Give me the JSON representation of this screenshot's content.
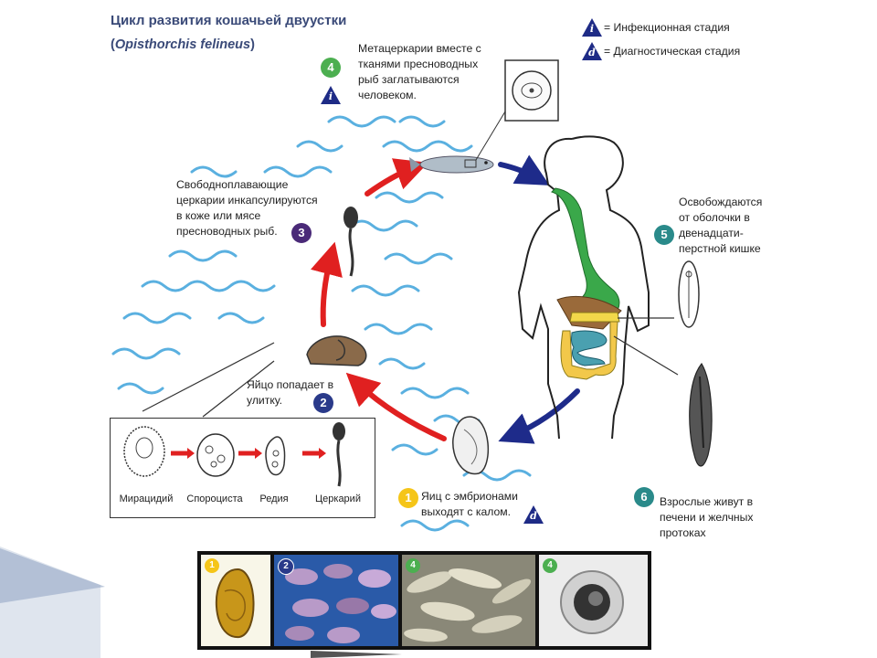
{
  "title": "Цикл развития кошачьей двуустки",
  "subtitle": {
    "open": "(",
    "latin": "Opisthorchis felineus",
    "close": ")"
  },
  "legend": {
    "infective": {
      "letter": "i",
      "text": "= Инфекционная стадия"
    },
    "diagnostic": {
      "letter": "d",
      "text": "= Диагностическая стадия"
    }
  },
  "steps": {
    "s1": {
      "num": "1",
      "line1": "Яиц с эмбрионами",
      "line2": "выходят с калом."
    },
    "s2": {
      "num": "2",
      "line1": "Яйцо попадает в",
      "line2": "улитку."
    },
    "s3": {
      "num": "3",
      "line1": "Свободноплавающие",
      "line2": "церкарии инкапсулируются",
      "line3": "в коже или мясе",
      "line4": "пресноводных рыб."
    },
    "s4": {
      "num": "4",
      "line1": "Метацеркарии вместе с",
      "line2": "тканями пресноводных",
      "line3": "рыб заглатываются",
      "line4": "человеком."
    },
    "s5": {
      "num": "5",
      "line1": "Освобождаются",
      "line2": "от оболочки в",
      "line3": "двенадцати-",
      "line4": "перстной кишке"
    },
    "s6": {
      "num": "6",
      "line1": "Взрослые живут в",
      "line2": "печени и желчных",
      "line3": "протоках"
    }
  },
  "larval_stages": [
    "Мирацидий",
    "Спороциста",
    "Редия",
    "Церкарий"
  ],
  "photo_strip": [
    "1",
    "2",
    "4",
    "4"
  ],
  "colors": {
    "arrow_red": "#e02020",
    "arrow_blue": "#1e2b8a",
    "badge_yellow": "#f5c518",
    "badge_purple": "#4a2a78",
    "badge_green": "#4caf50",
    "badge_teal": "#2a8a8a",
    "badge_darkblue": "#2a3a8a",
    "wave": "#5ab0e0",
    "title": "#3a4a78"
  }
}
